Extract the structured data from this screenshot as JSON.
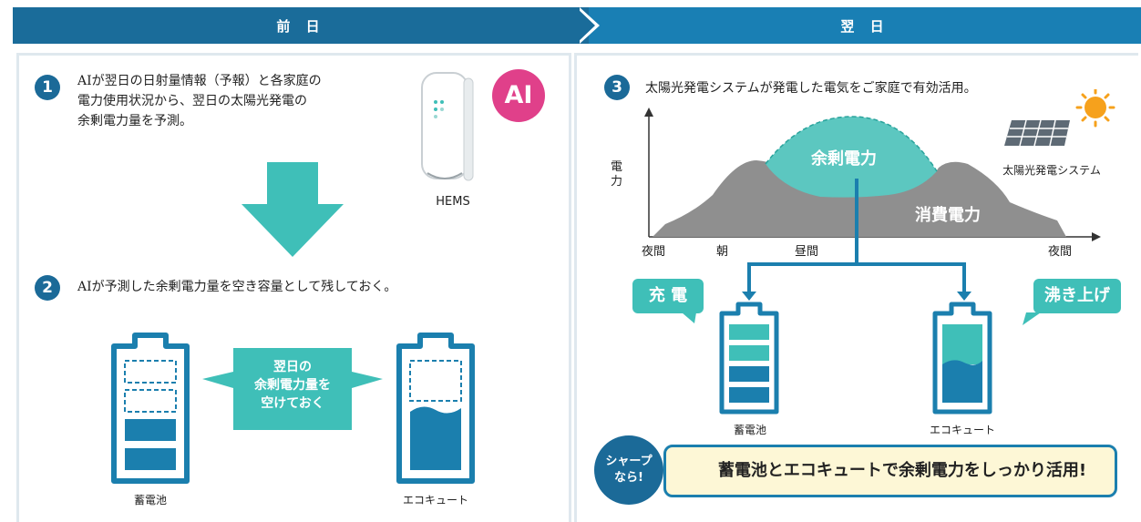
{
  "header": {
    "left": "前 日",
    "right": "翌 日"
  },
  "step1": {
    "number": "1",
    "text_lines": [
      "AIが翌日の日射量情報（予報）と各家庭の",
      "電力使用状況から、翌日の太陽光発電の",
      "余剰電力量を予測。"
    ],
    "ai_badge": "AI",
    "device_label": "HEMS"
  },
  "step2": {
    "number": "2",
    "text": "AIが予測した余剰電力量を空き容量として残しておく。",
    "callout_lines": [
      "翌日の",
      "余剰電力量を",
      "空けておく"
    ],
    "battery_label": "蓄電池",
    "ecocute_label": "エコキュート"
  },
  "step3": {
    "number": "3",
    "text": "太陽光発電システムが発電した電気をご家庭で有効活用。",
    "chart": {
      "y_label": "電力",
      "x_ticks": [
        "夜間",
        "朝",
        "昼間",
        "夜間"
      ],
      "surplus_label": "余剰電力",
      "consumption_label": "消費電力",
      "solar_label": "太陽光発電システム"
    },
    "charge_label": "充 電",
    "heat_label": "沸き上げ",
    "battery_label": "蓄電池",
    "ecocute_label": "エコキュート"
  },
  "footer": {
    "badge_lines": [
      "シャープ",
      "なら!"
    ],
    "message": "蓄電池とエコキュートで余剰電力をしっかり活用!"
  },
  "colors": {
    "dark_blue": "#1b6a98",
    "teal": "#3fbfb8",
    "bar_blue": "#1b7fae",
    "gray": "#8f8f8f",
    "magenta": "#e0408a",
    "sun": "#f6a11c",
    "footer_bg": "#fdf7d6"
  }
}
